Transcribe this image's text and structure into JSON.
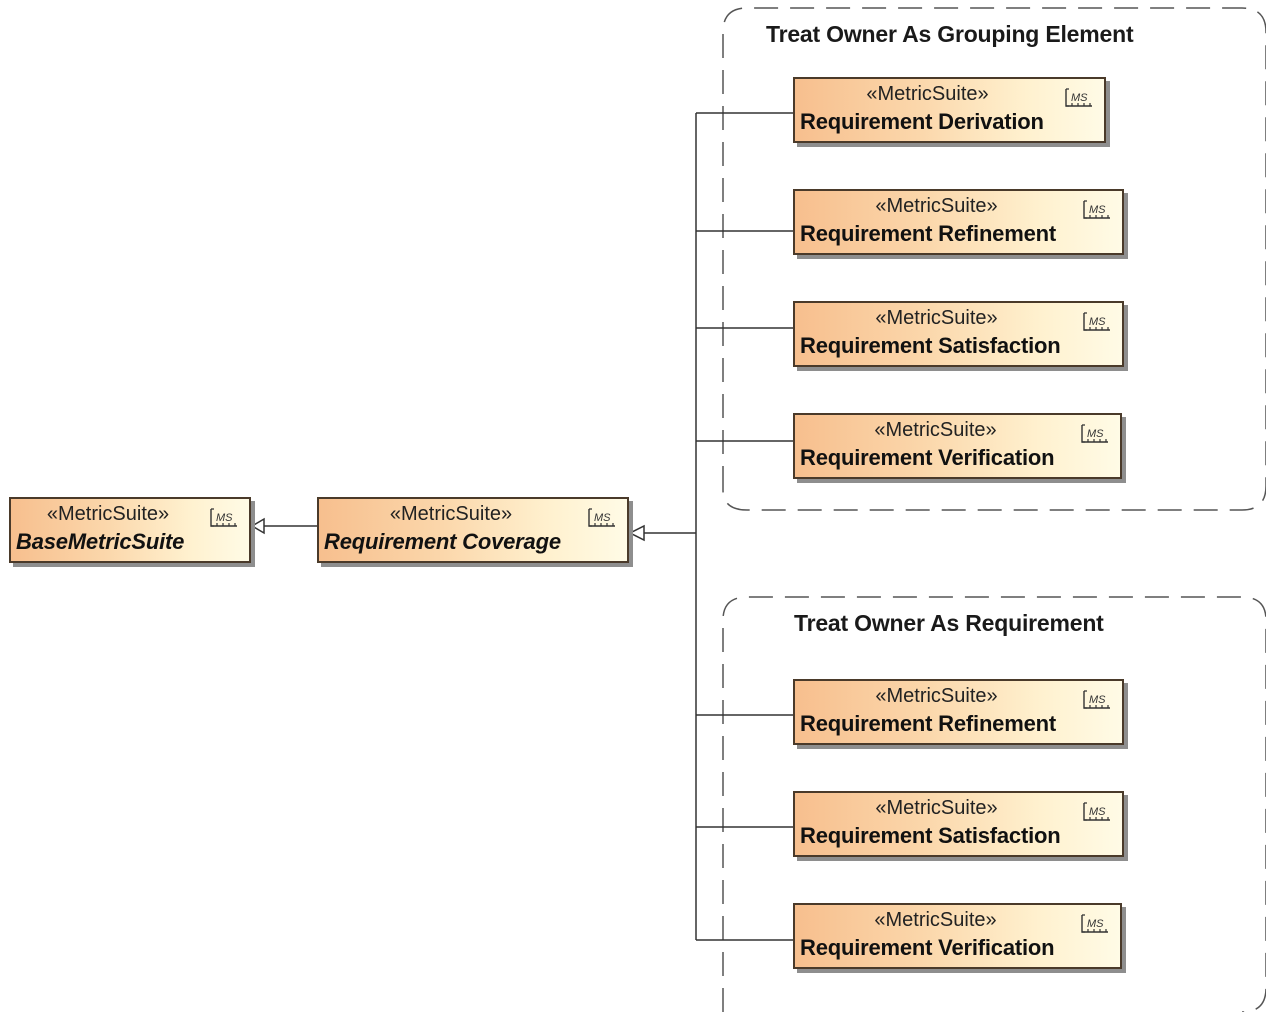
{
  "stereotype": "«MetricSuite»",
  "icon": "metric-suite-icon",
  "icon_text": "MS",
  "colors": {
    "fill_light": "#fffbe6",
    "fill_dark": "#f7bf8e",
    "border": "#4a3a2a",
    "shadow": "#8e8e8e",
    "line": "#333333",
    "group_border": "#555555"
  },
  "base": {
    "name": "BaseMetricSuite",
    "italic": true
  },
  "coverage": {
    "name": "Requirement Coverage",
    "italic": true
  },
  "groups": [
    {
      "title": "Treat Owner As Grouping Element",
      "suites": [
        "Requirement Derivation",
        "Requirement Refinement",
        "Requirement Satisfaction",
        "Requirement Verification"
      ]
    },
    {
      "title": "Treat Owner As Requirement",
      "suites": [
        "Requirement Refinement",
        "Requirement Satisfaction",
        "Requirement Verification"
      ]
    }
  ]
}
